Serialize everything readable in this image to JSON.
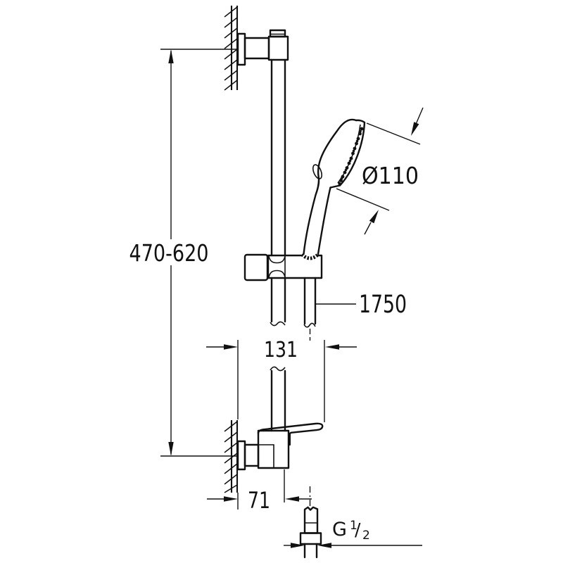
{
  "drawing": {
    "kind": "technical-dimension-drawing",
    "colors": {
      "line": "#111111",
      "background": "#ffffff"
    },
    "dimensions": {
      "rail_height": {
        "label": "470-620"
      },
      "head_diameter": {
        "label": "Ø110"
      },
      "hose_length": {
        "label": "1750"
      },
      "width": {
        "label": "131"
      },
      "offset": {
        "label": "71"
      },
      "thread": {
        "prefix": "G",
        "numerator": "1",
        "fraction_slash": "/",
        "denominator": "2"
      }
    }
  }
}
